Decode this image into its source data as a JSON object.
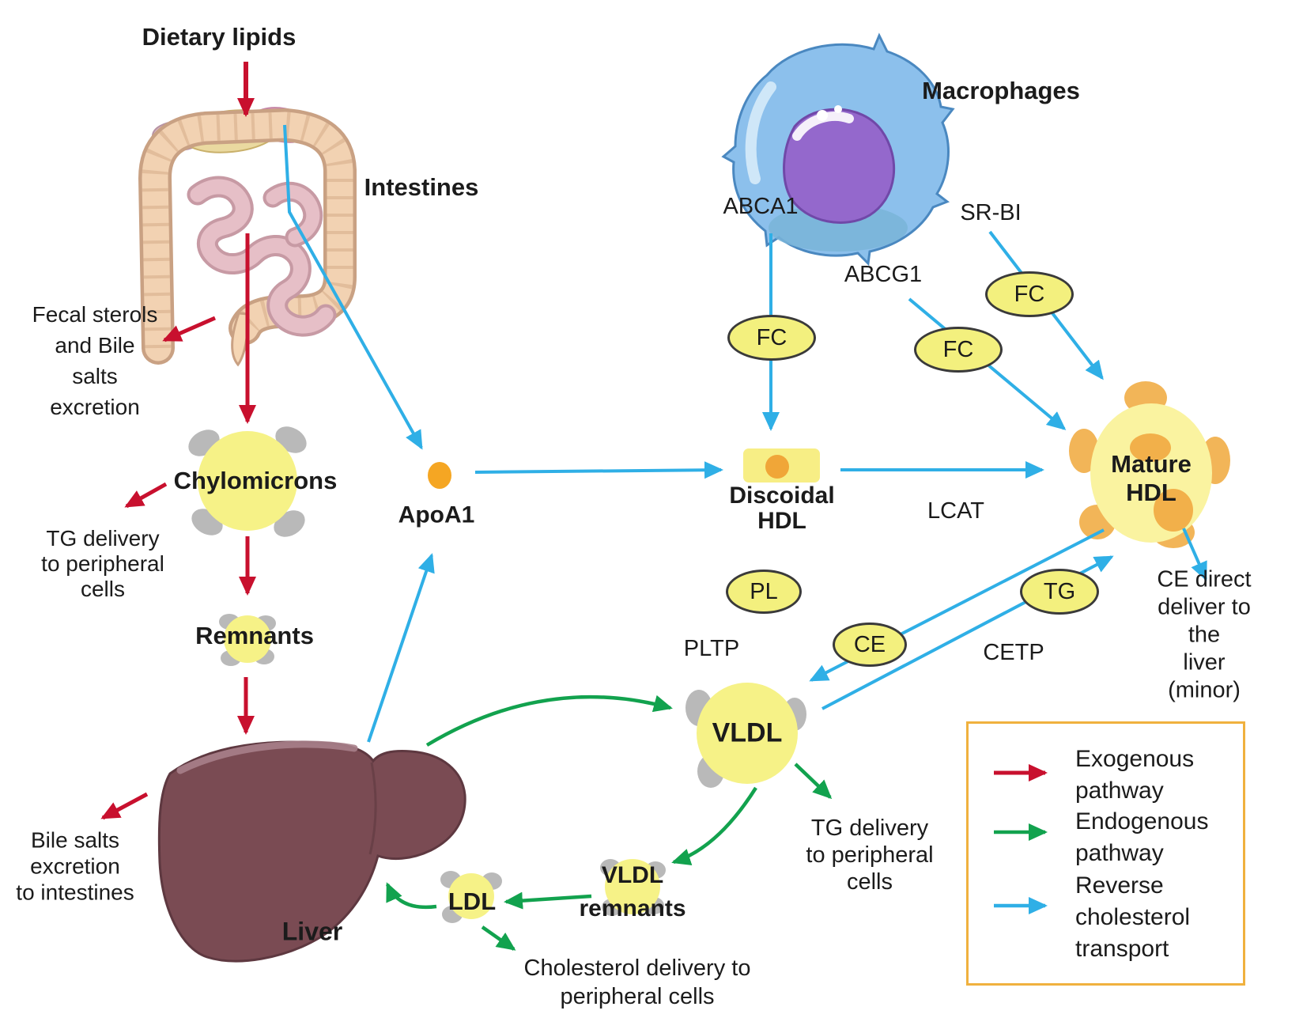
{
  "labels": {
    "dietary_lipids": "Dietary lipids",
    "intestines": "Intestines",
    "fecal_sterols": "Fecal sterols\nand Bile\nsalts\nexcretion",
    "chylomicrons": "Chylomicrons",
    "tg_delivery_left": "TG delivery\nto peripheral\ncells",
    "remnants": "Remnants",
    "bile_salts": "Bile salts\nexcretion\nto intestines",
    "liver": "Liver",
    "apoa1": "ApoA1",
    "macrophages": "Macrophages",
    "abca1": "ABCA1",
    "srbi": "SR-BI",
    "abcg1": "ABCG1",
    "discoidal_hdl": "Discoidal\nHDL",
    "lcat": "LCAT",
    "mature_hdl": "Mature\nHDL",
    "ce_direct": "CE direct\ndeliver to the\nliver (minor)",
    "pltp": "PLTP",
    "cetp": "CETP",
    "vldl": "VLDL",
    "tg_delivery_right": "TG delivery\nto peripheral\ncells",
    "vldl_remnants": "VLDL\nremnants",
    "ldl": "LDL",
    "cholesterol_delivery": "Cholesterol delivery to\nperipheral cells"
  },
  "markers": {
    "fc": "FC",
    "pl": "PL",
    "ce": "CE",
    "tg": "TG"
  },
  "legend": {
    "items": [
      {
        "label": "Exogenous\npathway",
        "color": "#C8102E"
      },
      {
        "label": "Endogenous\npathway",
        "color": "#12A24E"
      },
      {
        "label": "Reverse\ncholesterol\ntransport",
        "color": "#2FAFE6"
      }
    ]
  },
  "colors": {
    "exogenous_arrow": "#C8102E",
    "endogenous_arrow": "#12A24E",
    "reverse_transport_arrow": "#2FAFE6",
    "particle_yellow": "#F6F287",
    "marker_oval_fill": "#F3F07E",
    "mature_hdl_yellow": "#FAF3A0",
    "mature_hdl_orange": "#F0A638",
    "legend_border": "#F0B13E",
    "liver_fill": "#7A4B53",
    "macrophage_blue": "#8CC0EC",
    "nucleus_purple": "#9468CC"
  }
}
